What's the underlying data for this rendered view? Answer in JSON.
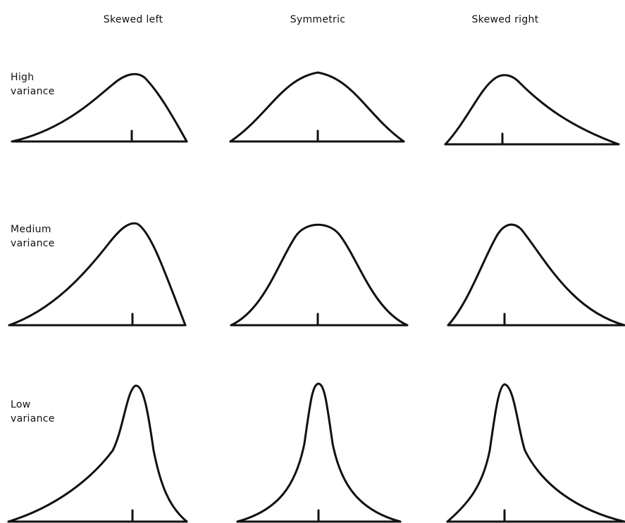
{
  "columns": [
    "Skewed left",
    "Symmetric",
    "Skewed right"
  ],
  "rows": [
    {
      "line1": "High",
      "line2": "variance"
    },
    {
      "line1": "Medium",
      "line2": "variance"
    },
    {
      "line1": "Low",
      "line2": "variance"
    }
  ],
  "curves": {
    "skewness": [
      "left",
      "symmetric",
      "right"
    ],
    "variance": [
      "high",
      "medium",
      "low"
    ],
    "mean_tick_shown": true
  },
  "colors": {
    "line": "#111111",
    "background": "#ffffff"
  }
}
